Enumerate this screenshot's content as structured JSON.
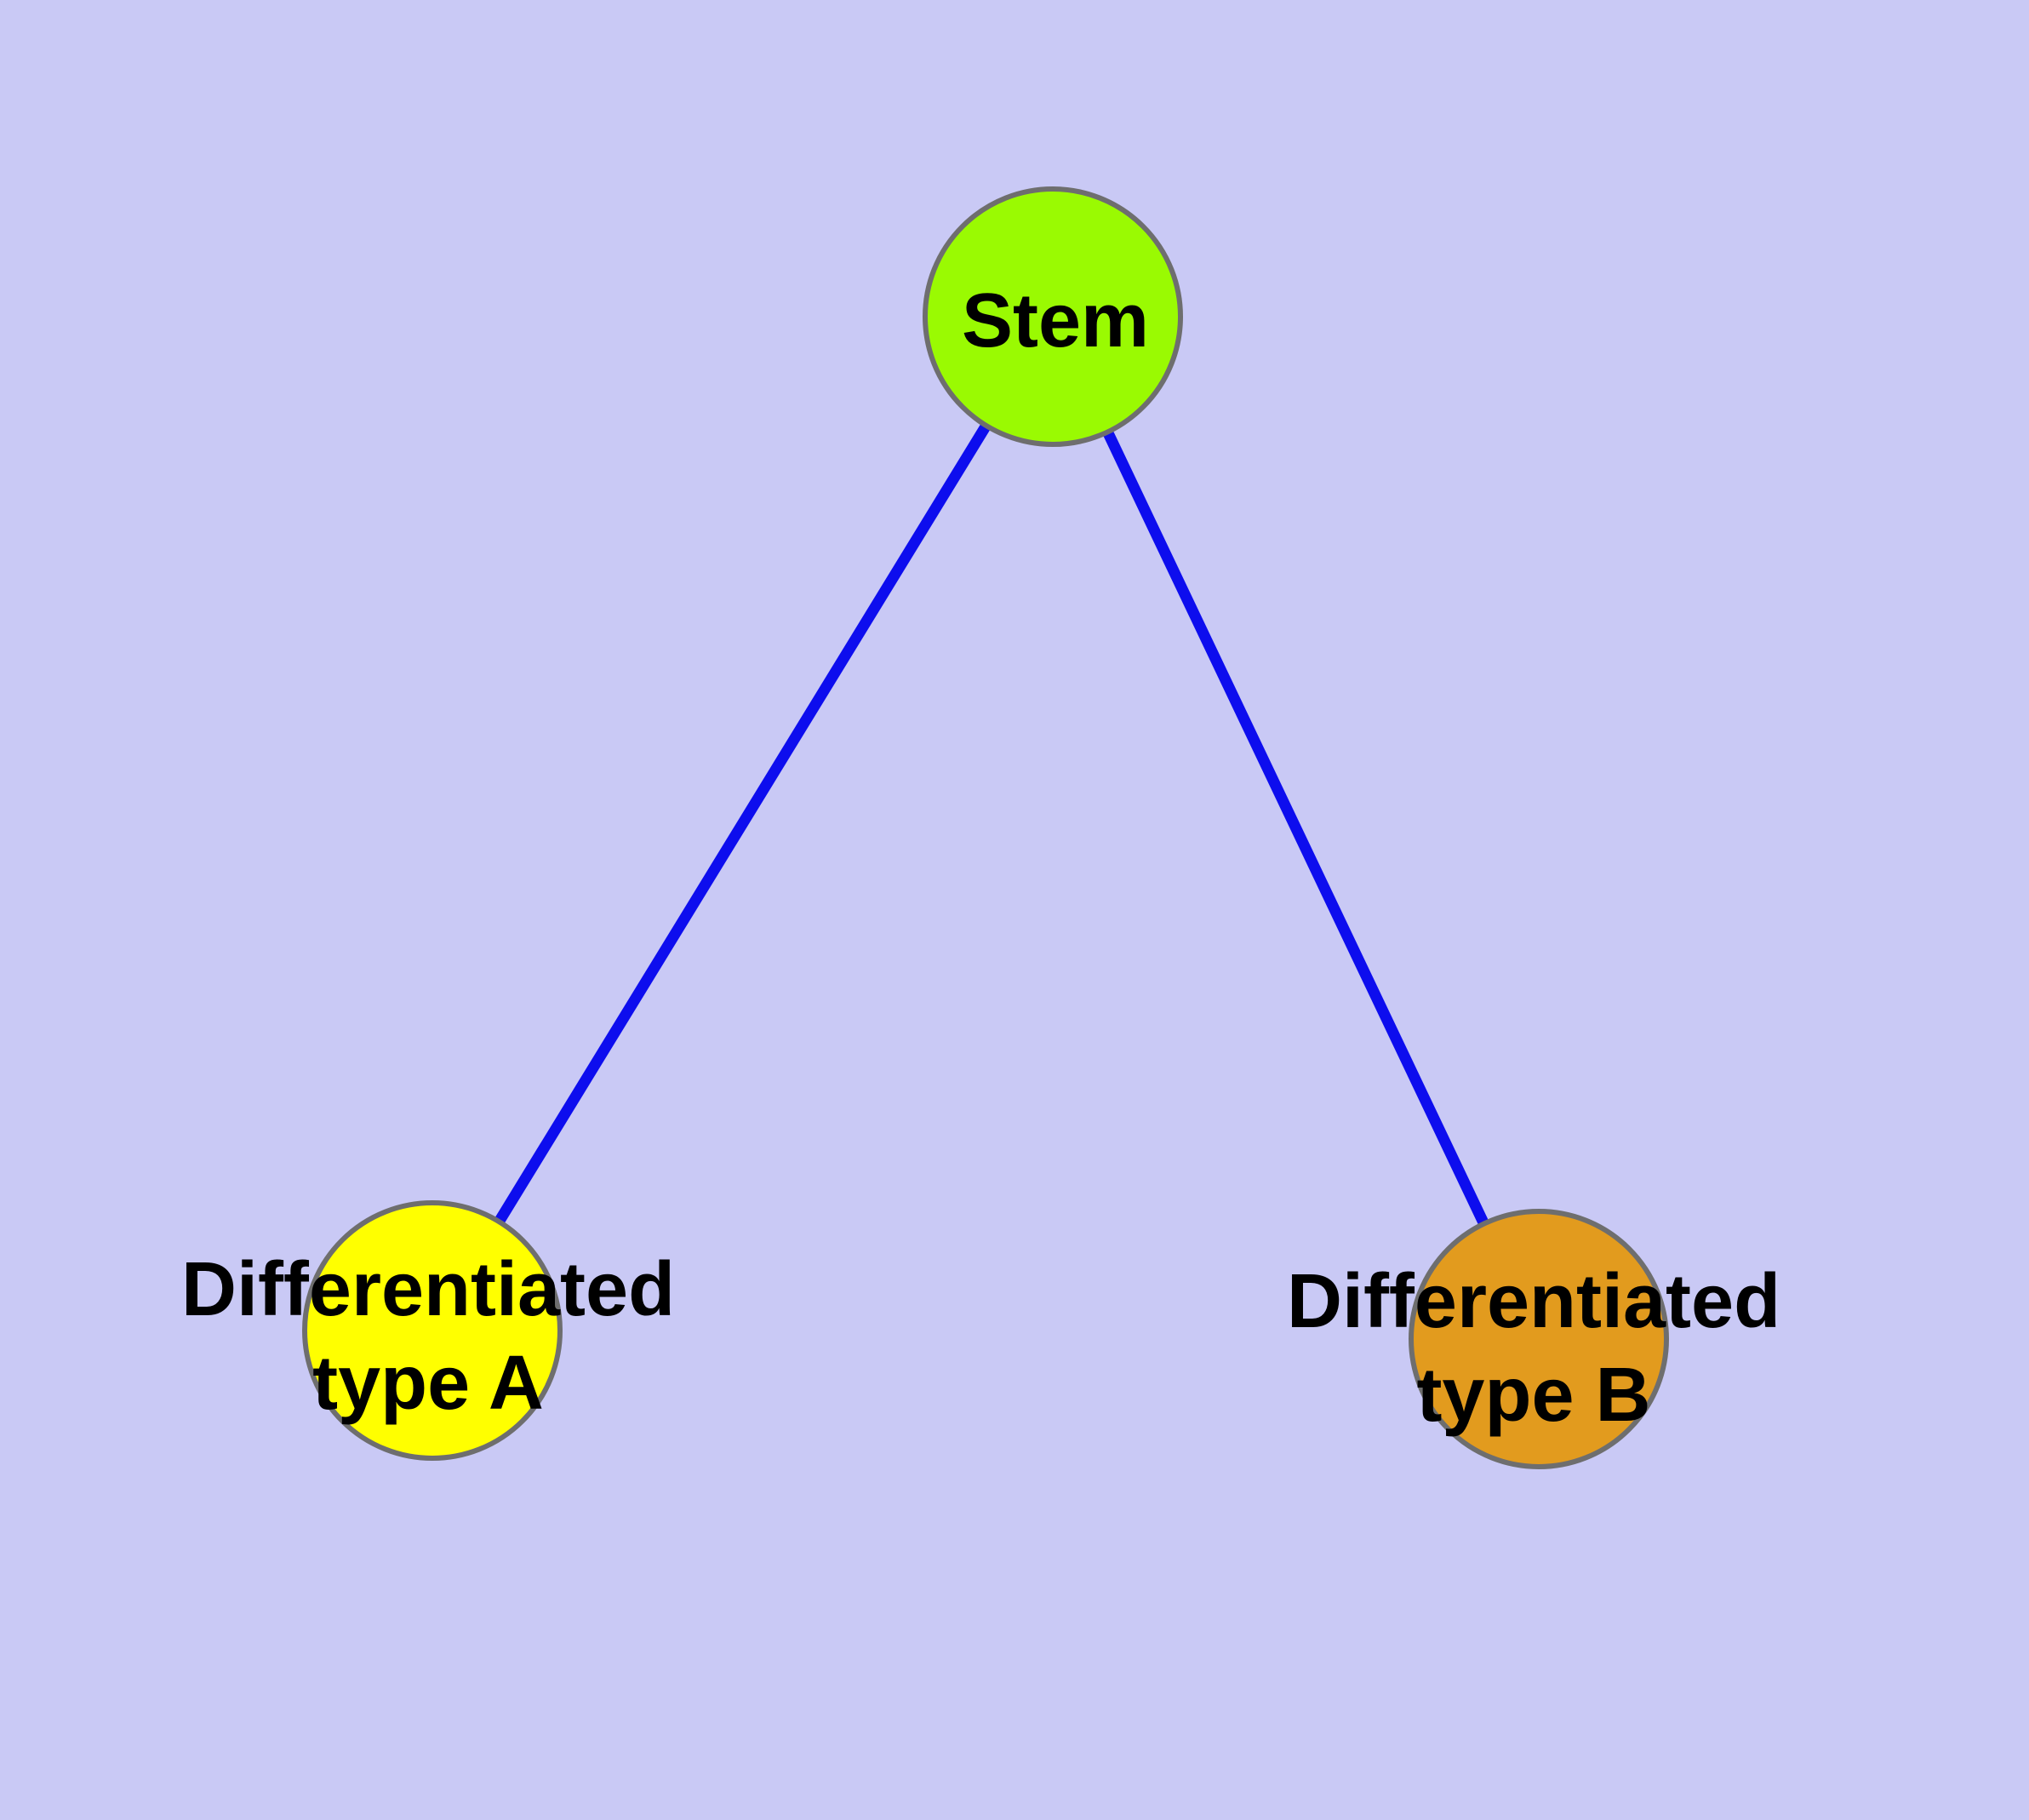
{
  "diagram": {
    "background_color": "#c9c9f5",
    "node_border_color": "#6e6e6e",
    "text_color": "#000000",
    "nodes": [
      {
        "id": "stem",
        "label": "Stem",
        "fill": "#9afa02"
      },
      {
        "id": "differentiated-type-a",
        "label": "Differentiated\ntype A",
        "fill": "#ffff00"
      },
      {
        "id": "differentiated-type-b",
        "label": "Differentiated\ntype B",
        "fill": "#e29b1e"
      }
    ],
    "edges": [
      {
        "from": "Stem",
        "to": "Differentiated type A",
        "color": "#0d0dee"
      },
      {
        "from": "Stem",
        "to": "Differentiated type B",
        "color": "#0d0dee"
      }
    ]
  }
}
